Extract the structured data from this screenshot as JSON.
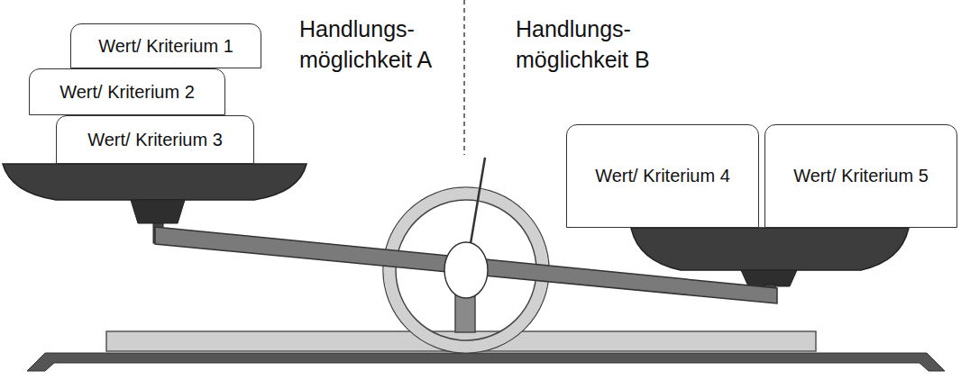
{
  "diagram": {
    "nodes": [
      {
        "text": [
          "Wert/ Kriterium 1"
        ]
      },
      {
        "text": [
          "Wert/ Kriterium 2"
        ]
      },
      {
        "text": [
          "Wert/ Kriterium 3"
        ]
      },
      {
        "text": [
          "Wert/ Kriterium 4"
        ]
      },
      {
        "text": [
          "Wert/ Kriterium 5"
        ]
      }
    ],
    "labels": [
      "Handlungs- möglichkeit A",
      "Handlungs- möglichkeit B"
    ]
  }
}
